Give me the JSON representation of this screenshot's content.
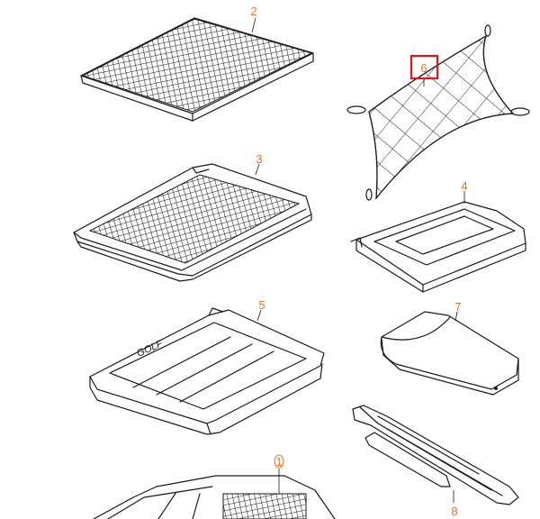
{
  "diagram": {
    "highlight_color": "#e0141b",
    "callout_color": "#e8762a",
    "parts": [
      {
        "id": "part-1",
        "callout": "1"
      },
      {
        "id": "part-2",
        "callout": "2"
      },
      {
        "id": "part-3",
        "callout": "3"
      },
      {
        "id": "part-4",
        "callout": "4"
      },
      {
        "id": "part-5",
        "callout": "5",
        "mark": "GOLF"
      },
      {
        "id": "part-6",
        "callout": "6",
        "highlighted": true
      },
      {
        "id": "part-7",
        "callout": "7"
      },
      {
        "id": "part-8",
        "callout": "8"
      }
    ]
  }
}
